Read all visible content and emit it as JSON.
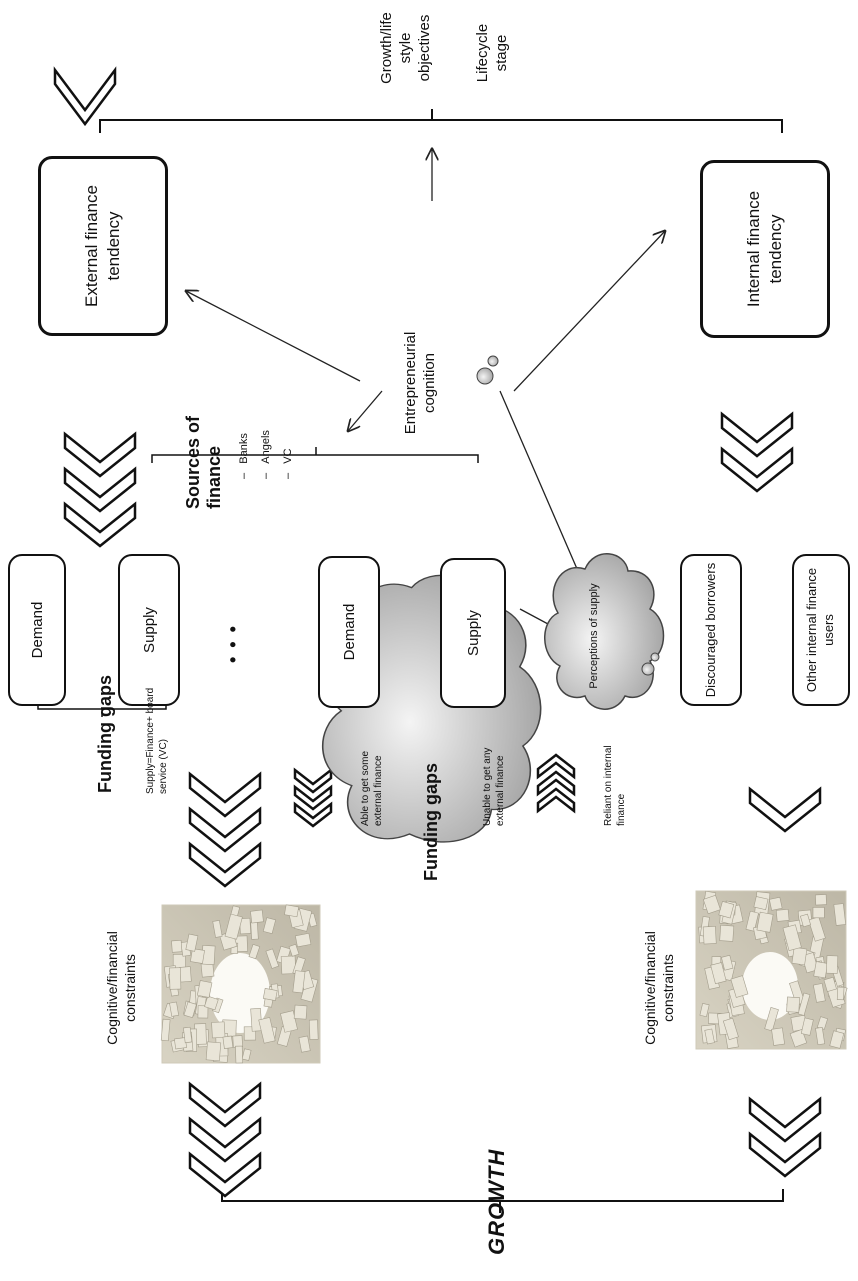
{
  "title": "GROWTH",
  "boxes": {
    "external": "External finance tendency",
    "internal": "Internal finance tendency",
    "demand_vc": "Demand",
    "supply_vc": "Supply",
    "demand": "Demand",
    "supply": "Supply",
    "discouraged": "Discouraged borrowers",
    "other_internal": "Other internal finance users"
  },
  "clouds": {
    "cognition": "Entrepreneurial cognition",
    "perceptions": "Perceptions of supply"
  },
  "sources": {
    "heading": "Sources of finance",
    "items": [
      "Banks",
      "Angels",
      "VC"
    ],
    "bullet": "–"
  },
  "ellipsis": "• • •",
  "funding_gaps": {
    "label_top": "Funding gaps",
    "label_mid": "Funding gaps",
    "vc_note": "Supply=Finance+ board service (VC)",
    "able": "Able to get some external finance",
    "unable": "Unable to get any external finance",
    "reliant": "Reliant on internal finance"
  },
  "constraints": {
    "upper": "Cognitive/financial constraints",
    "lower": "Cognitive/financial constraints"
  },
  "bottom_labels": {
    "objectives": "Growth/life style objectives",
    "lifecycle": "Lifecycle stage"
  }
}
